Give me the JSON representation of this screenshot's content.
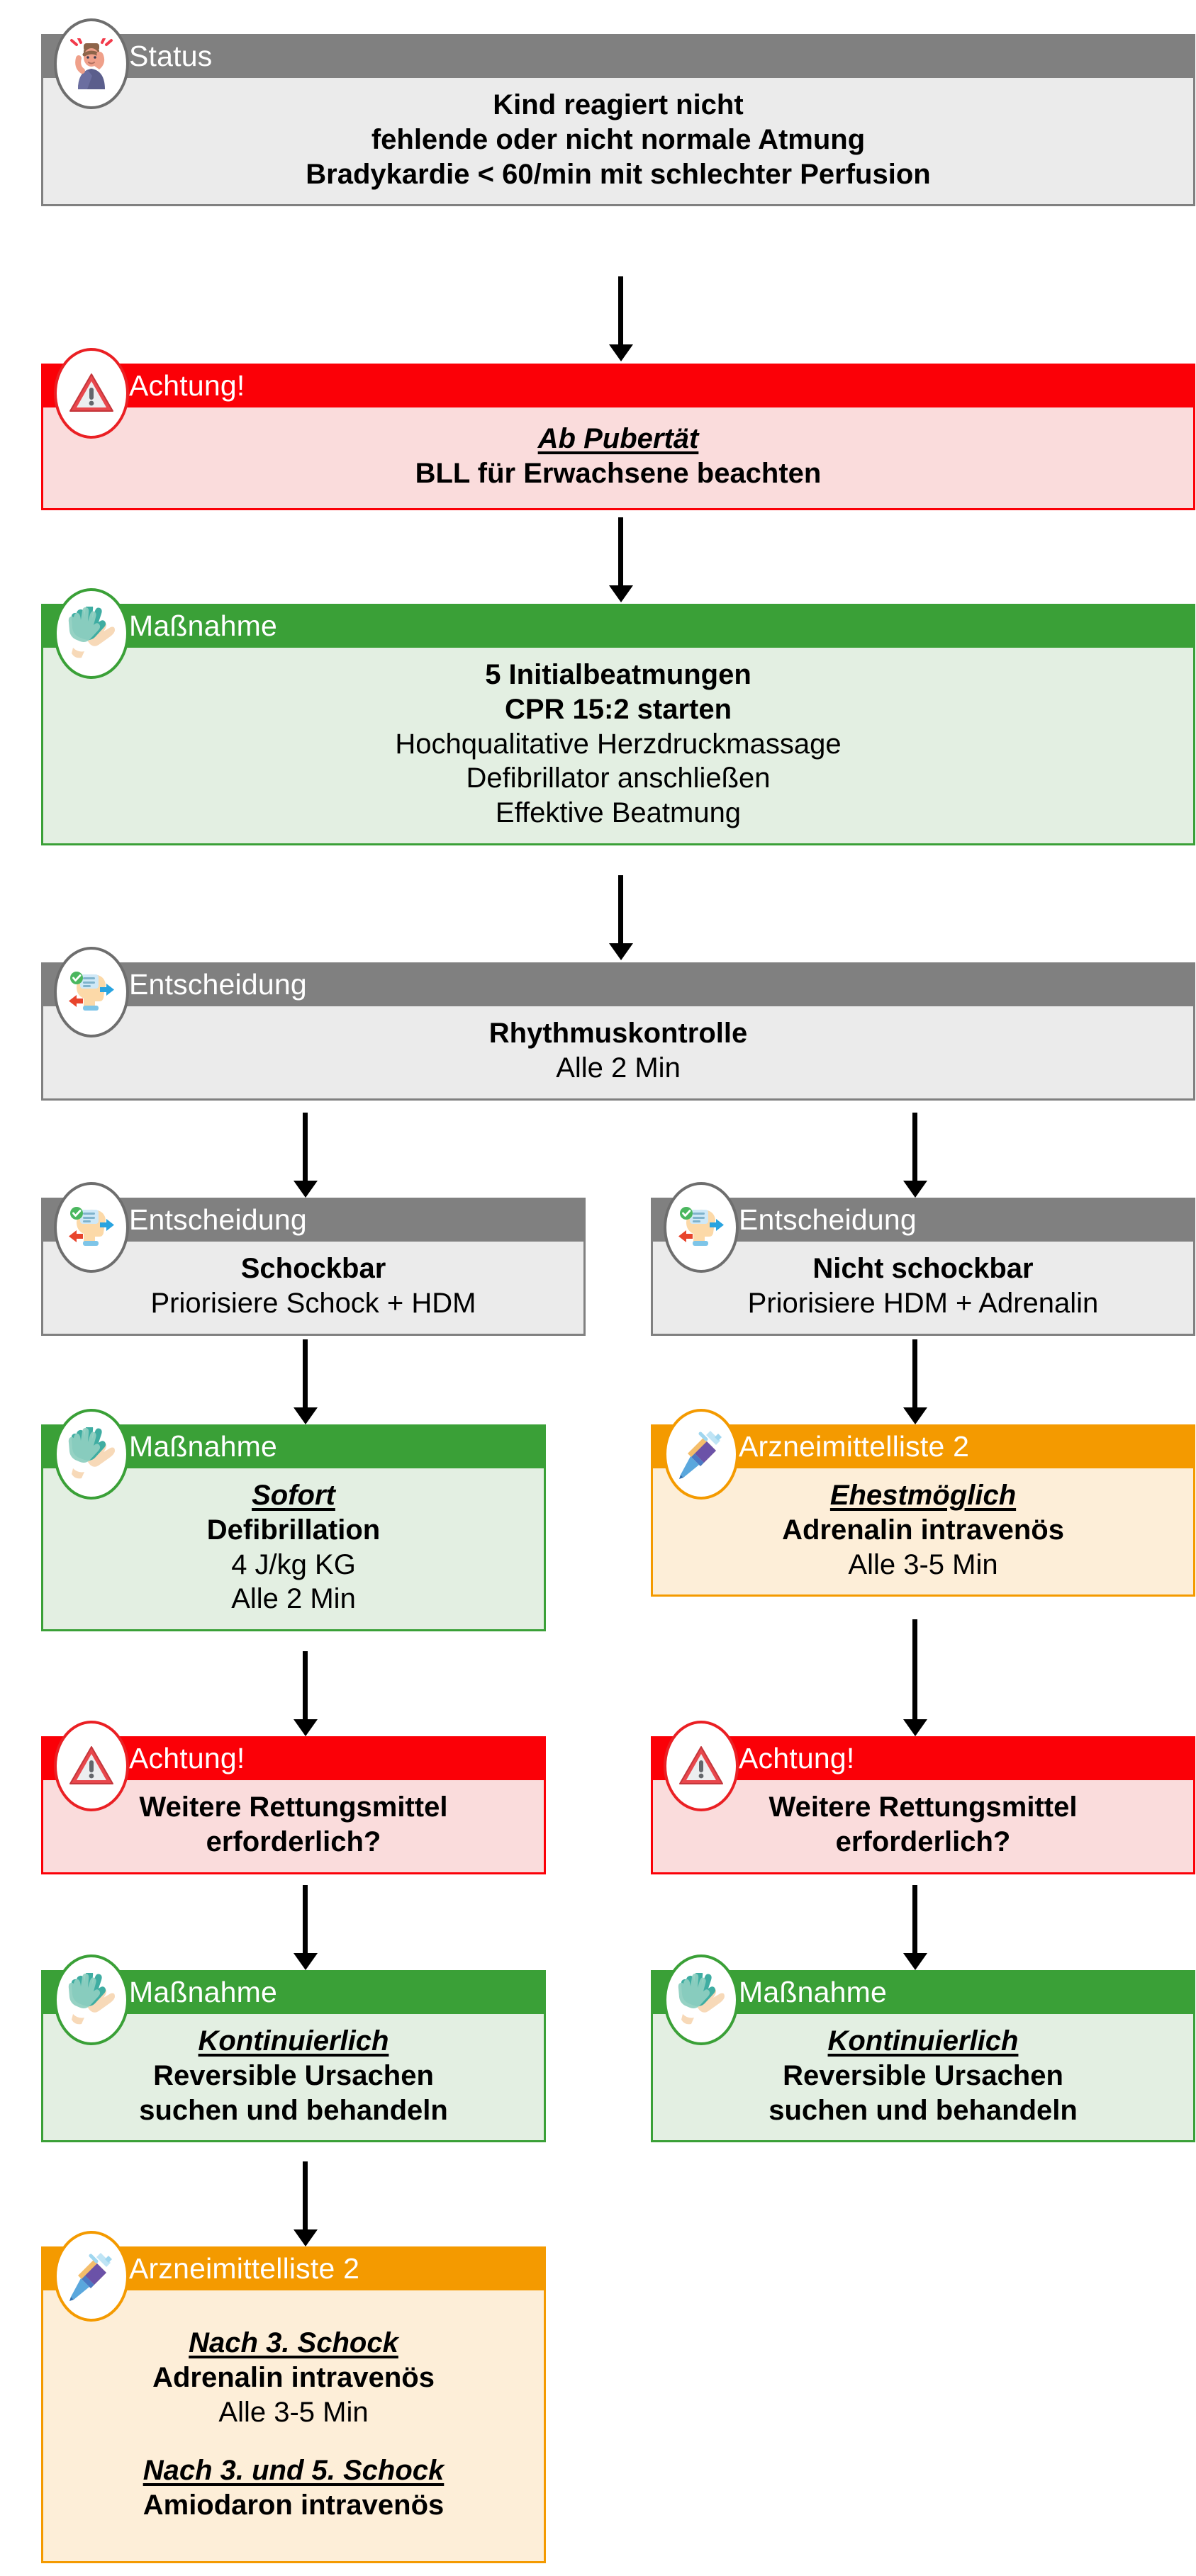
{
  "meta": {
    "title": "Reanimation Kind - Algorithmus",
    "colors": {
      "grey_header": "#808080",
      "grey_body": "#ebebeb",
      "red_header": "#fb0007",
      "red_body": "#fadcdc",
      "green_header": "#3aa037",
      "green_body": "#e3efe2",
      "orange_header": "#f49a00",
      "orange_body": "#fdeed8",
      "arrow": "#000000"
    }
  },
  "labels": {
    "status": "Status",
    "achtung": "Achtung!",
    "massnahme": "Maßnahme",
    "entscheidung": "Entscheidung",
    "arzneimittelliste": "Arzneimittelliste 2"
  },
  "nodes": {
    "status": {
      "header": "Status",
      "icon": "person-confused-icon",
      "lines": [
        {
          "text": "Kind reagiert nicht",
          "style": "bold"
        },
        {
          "text": "fehlende oder nicht normale Atmung",
          "style": "bold"
        },
        {
          "text": "Bradykardie < 60/min mit schlechter Perfusion",
          "style": "bold"
        }
      ]
    },
    "achtung_pubertaet": {
      "header": "Achtung!",
      "icon": "warning-triangle-icon",
      "lines": [
        {
          "text": "Ab Pubertät",
          "style": "italic-underline"
        },
        {
          "text": "BLL für Erwachsene beachten",
          "style": "bold"
        }
      ]
    },
    "massnahme_cpr": {
      "header": "Maßnahme",
      "icon": "gloves-icon",
      "lines": [
        {
          "text": "5 Initialbeatmungen",
          "style": "bold"
        },
        {
          "text": "CPR 15:2 starten",
          "style": "bold"
        },
        {
          "text": "Hochqualitative Herzdruckmassage",
          "style": "normal"
        },
        {
          "text": "Defibrillator anschließen",
          "style": "normal"
        },
        {
          "text": "Effektive Beatmung",
          "style": "normal"
        }
      ]
    },
    "entscheidung_rhythmus": {
      "header": "Entscheidung",
      "icon": "decision-head-icon",
      "lines": [
        {
          "text": "Rhythmuskontrolle",
          "style": "bold"
        },
        {
          "text": "Alle 2 Min",
          "style": "normal"
        }
      ]
    },
    "entscheidung_schockbar": {
      "header": "Entscheidung",
      "icon": "decision-head-icon",
      "lines": [
        {
          "text": "Schockbar",
          "style": "bold"
        },
        {
          "text": "Priorisiere Schock + HDM",
          "style": "normal"
        }
      ]
    },
    "entscheidung_nicht_schockbar": {
      "header": "Entscheidung",
      "icon": "decision-head-icon",
      "lines": [
        {
          "text": "Nicht schockbar",
          "style": "bold"
        },
        {
          "text": "Priorisiere HDM + Adrenalin",
          "style": "normal"
        }
      ]
    },
    "massnahme_defi": {
      "header": "Maßnahme",
      "icon": "gloves-icon",
      "lines": [
        {
          "text": "Sofort",
          "style": "italic-underline"
        },
        {
          "text": "Defibrillation",
          "style": "bold"
        },
        {
          "text": "4 J/kg KG",
          "style": "normal"
        },
        {
          "text": "Alle 2 Min",
          "style": "normal"
        }
      ]
    },
    "arznei_adrenalin": {
      "header": "Arzneimittelliste 2",
      "icon": "syringe-icon",
      "lines": [
        {
          "text": "Ehestmöglich",
          "style": "italic-underline"
        },
        {
          "text": "Adrenalin intravenös",
          "style": "bold"
        },
        {
          "text": "Alle 3-5 Min",
          "style": "normal"
        }
      ]
    },
    "achtung_rettungsmittel_links": {
      "header": "Achtung!",
      "icon": "warning-triangle-icon",
      "lines": [
        {
          "text": "Weitere Rettungsmittel",
          "style": "bold"
        },
        {
          "text": "erforderlich?",
          "style": "bold"
        }
      ]
    },
    "achtung_rettungsmittel_rechts": {
      "header": "Achtung!",
      "icon": "warning-triangle-icon",
      "lines": [
        {
          "text": "Weitere Rettungsmittel",
          "style": "bold"
        },
        {
          "text": "erforderlich?",
          "style": "bold"
        }
      ]
    },
    "massnahme_ursachen_links": {
      "header": "Maßnahme",
      "icon": "gloves-icon",
      "lines": [
        {
          "text": "Kontinuierlich",
          "style": "italic-underline"
        },
        {
          "text": "Reversible Ursachen",
          "style": "bold"
        },
        {
          "text": "suchen und behandeln",
          "style": "bold"
        }
      ]
    },
    "massnahme_ursachen_rechts": {
      "header": "Maßnahme",
      "icon": "gloves-icon",
      "lines": [
        {
          "text": "Kontinuierlich",
          "style": "italic-underline"
        },
        {
          "text": "Reversible Ursachen",
          "style": "bold"
        },
        {
          "text": "suchen und behandeln",
          "style": "bold"
        }
      ]
    },
    "arznei_nach_schock": {
      "header": "Arzneimittelliste 2",
      "icon": "syringe-icon",
      "lines": [
        {
          "text": "Nach 3. Schock",
          "style": "italic-underline"
        },
        {
          "text": "Adrenalin intravenös",
          "style": "bold"
        },
        {
          "text": "Alle 3-5 Min",
          "style": "normal"
        },
        {
          "text": "",
          "style": "spacer"
        },
        {
          "text": "Nach 3. und 5. Schock",
          "style": "italic-underline"
        },
        {
          "text": "Amiodaron intravenös",
          "style": "bold"
        }
      ]
    }
  }
}
